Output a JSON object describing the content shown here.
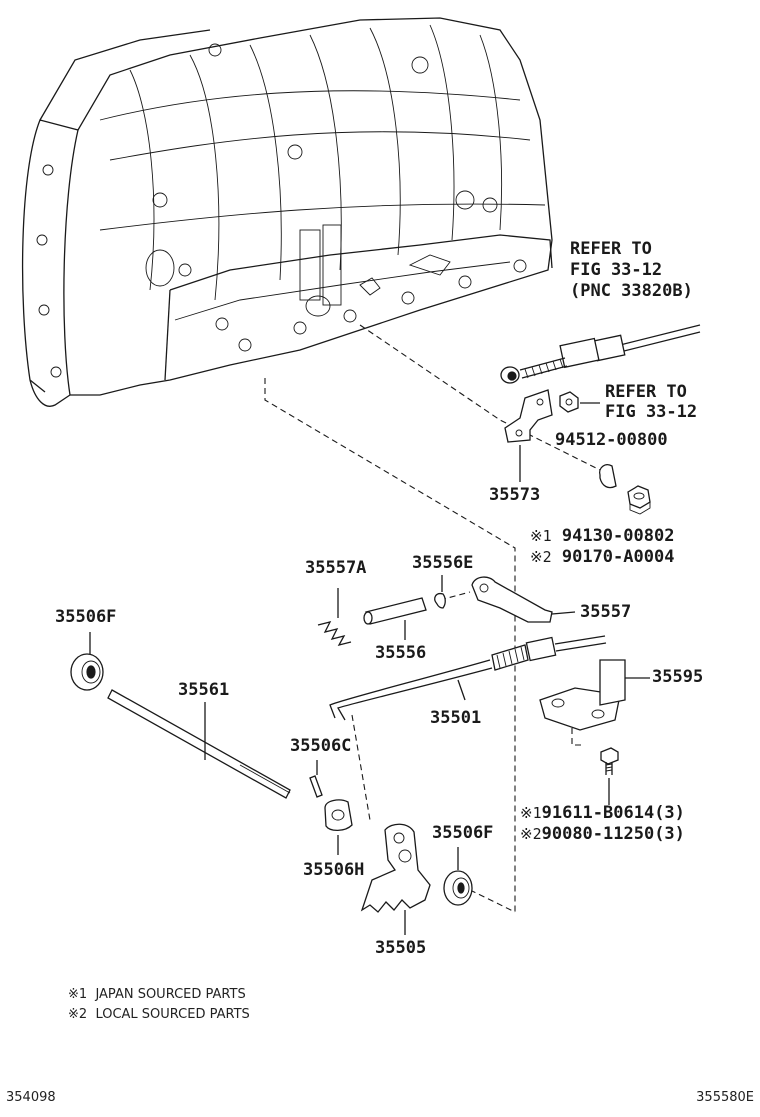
{
  "labels": {
    "refer1_line1": "REFER TO",
    "refer1_line2": "FIG 33-12",
    "refer1_line3": "(PNC 33820B)",
    "refer2_line1": "REFER TO",
    "refer2_line2": "FIG 33-12",
    "p94512": "94512-00800",
    "p35573": "35573",
    "p94130": "94130-00802",
    "p90170": "90170-A0004",
    "mark1": "※1",
    "mark2": "※2",
    "p35557A": "35557A",
    "p35556E": "35556E",
    "p35557": "35557",
    "p35506F_a": "35506F",
    "p35556": "35556",
    "p35561": "35561",
    "p35595": "35595",
    "p35501": "35501",
    "p35506C": "35506C",
    "p91611": "91611-B0614(3)",
    "p90080": "90080-11250(3)",
    "p35506F_b": "35506F",
    "p35506H": "35506H",
    "p35505": "35505"
  },
  "notes": {
    "note1_mark": "※1",
    "note1_text": "JAPAN SOURCED PARTS",
    "note2_mark": "※2",
    "note2_text": "LOCAL SOURCED PARTS"
  },
  "footer": {
    "left_code": "354098",
    "right_code": "355580E"
  }
}
